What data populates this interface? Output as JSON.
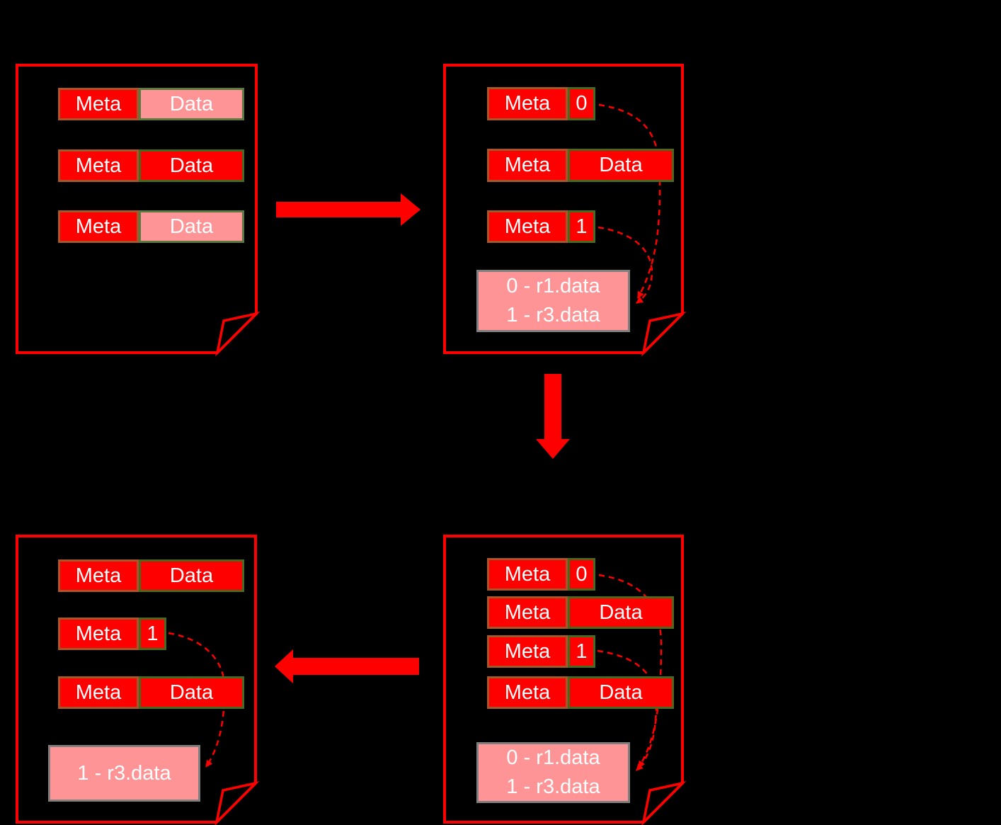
{
  "diagram": {
    "description": "Four page/document shapes showing records with Meta and Data cells; large Data values are moved to an overflow area with slot pointers.",
    "page_top_left": {
      "row1": {
        "meta": "Meta",
        "data": "Data"
      },
      "row2": {
        "meta": "Meta",
        "data": "Data"
      },
      "row3": {
        "meta": "Meta",
        "data": "Data"
      }
    },
    "page_top_right": {
      "row1": {
        "meta": "Meta",
        "slot": "0"
      },
      "row2": {
        "meta": "Meta",
        "data": "Data"
      },
      "row3": {
        "meta": "Meta",
        "slot": "1"
      },
      "overflow_box": {
        "line1": "0 - r1.data",
        "line2": "1 - r3.data"
      }
    },
    "page_bottom_left": {
      "row1": {
        "meta": "Meta",
        "data": "Data"
      },
      "row2": {
        "meta": "Meta",
        "slot": "1"
      },
      "row3": {
        "meta": "Meta",
        "data": "Data"
      },
      "overflow_box": {
        "line1": "1 - r3.data"
      }
    },
    "page_bottom_right": {
      "row1": {
        "meta": "Meta",
        "slot": "0"
      },
      "row2": {
        "meta": "Meta",
        "data": "Data"
      },
      "row3": {
        "meta": "Meta",
        "slot": "1"
      },
      "row4": {
        "meta": "Meta",
        "data": "Data"
      },
      "overflow_box": {
        "line1": "0 - r1.data",
        "line2": "1 - r3.data"
      }
    },
    "colors": {
      "background": "#000000",
      "page_border": "#ff0000",
      "cell_fill_red": "#ff0000",
      "cell_fill_pink": "#ff9496",
      "meta_border": "#a5572b",
      "data_border": "#49691f",
      "overflow_border": "#7f7f7f",
      "arrow": "#ff0000",
      "text": "#ffffff"
    }
  }
}
